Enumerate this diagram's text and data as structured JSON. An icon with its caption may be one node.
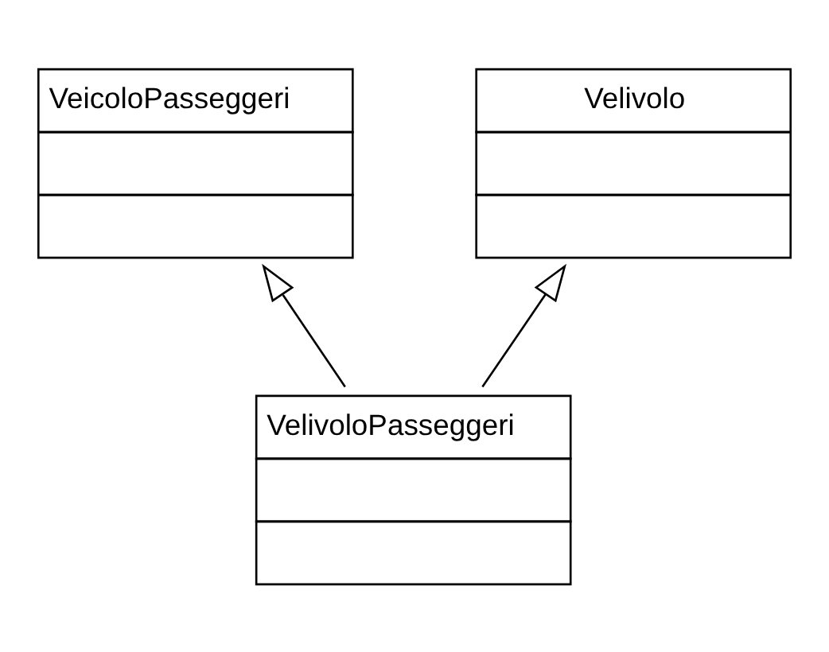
{
  "diagram": {
    "nodes": [
      {
        "text": [
          "VeicoloPasseggeri"
        ]
      },
      {
        "text": [
          "Velivolo"
        ]
      },
      {
        "text": [
          "VelivoloPasseggeri"
        ]
      }
    ],
    "edges": [
      {
        "from": 2,
        "to": 0,
        "arrow": "to"
      },
      {
        "from": 2,
        "to": 1,
        "arrow": "to"
      }
    ]
  }
}
